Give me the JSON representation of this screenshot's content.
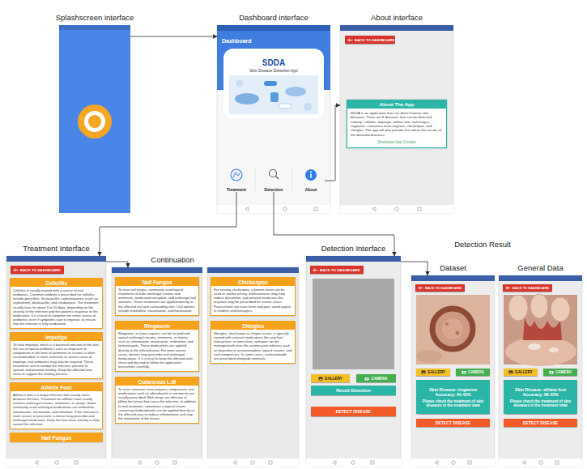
{
  "diagram": {
    "nodes": [
      {
        "text": [
          "Splashscreen interface"
        ]
      },
      {
        "text": [
          "Dashboard interface"
        ]
      },
      {
        "text": [
          "Dashboard",
          "SDDA",
          "Skin Disease Detection App"
        ],
        "in": 1
      },
      {
        "text": [
          "Treatment"
        ],
        "in": 1
      },
      {
        "text": [
          "Detection"
        ],
        "in": 1
      },
      {
        "text": [
          "About"
        ],
        "in": 1
      },
      {
        "text": [
          "About interface"
        ]
      },
      {
        "text": [
          "BACK TO DASHBOARD"
        ],
        "in": 6
      },
      {
        "text": [
          "About The App",
          "SDDA is an application that can detect human skin diseases. There are 8 diseases that can be detected, namely: cellulitis, impetigo, athlete foot, nail fungus, ringworm, cutaneous larva migrans, chickenpox, and shingles. The app will also provide first aid on the results of the detected diseases.",
          "Developer App Contact"
        ],
        "in": 6
      },
      {
        "text": [
          "Treatment Interface"
        ]
      },
      {
        "text": [
          "BACK TO DASHBOARD"
        ],
        "in": 9
      },
      {
        "text": [
          "Cellulitis",
          "Cellulitis is usually treated with a course of oral antibiotics. Common antibiotics prescribed for cellulitis include penicillins, flucloxacillin, cephalosporins (such as cephalexin), dicloxacillin, and clindamycin. The treatment usually lasts for about 5 to 10 days, depending on the severity of the infection and the patient's response to the medication. It is crucial to complete the entire course of antibiotics even if symptoms start to improve, to ensure that the infection is fully eradicated."
        ],
        "in": 9
      },
      {
        "text": [
          "Impetigo",
          "To treat impetigo, which is a bacterial infection of the skin, the use of topical antibiotics such as mupirocin or retapamulin in the form of ointments or creams is often recommended. In more extensive or severe cases of impetigo, oral antibiotics may also be required. These treatments aim to combat the infection, prevent its spread, and promote healing. Keep the affected area clean to support the healing process."
        ],
        "in": 9
      },
      {
        "text": [
          "Athlete Foot",
          "Athlete's foot is a fungal infection that usually starts between the toes. Treatment for athlete's foot usually involves antifungal creams, ointments, or sprays. Some commonly used antifungal medications are terbinafine, clotrimazole, miconazole, and tolnaftate. If the infection is more severe or persistent, a doctor may prescribe oral antifungal medication. Keep the feet clean and dry to help control the infection."
        ],
        "in": 9
      },
      {
        "text": [
          "Nail Fungus"
        ],
        "in": 9
      },
      {
        "text": [
          "Continuation"
        ]
      },
      {
        "text": [
          "Nail Fungus",
          "To treat nail fungus, commonly used topical treatments include antifungal creams and ointments, medicated nail polish, and antifungal nail solutions. These treatments are applied directly to the affected nail and surrounding skin. Oral options include terbinafine, itraconazole, and fluconazole."
        ],
        "in": 15
      },
      {
        "text": [
          "Ringworm",
          "Ringworm, or tinea corporis, can be treated with topical antifungal creams, ointments, or lotions such as clotrimazole, miconazole, terbinafine, and ketoconazole. These medications are applied directly to the affected area. For more severe cases, doctors may prescribe oral antifungal medications. It is crucial to keep the affected area clean and dry and to follow the application instructions carefully."
        ],
        "in": 15
      },
      {
        "text": [
          "Cutaneous L.M",
          "To treat cutaneous larva migrans, antiparasitic oral medications such as albendazole or ivermectin are usually prescribed. Both drugs are effective in killing the larvae that cause the infection. In addition to oral treatment, sometimes a topical cream containing thiabendazole can be applied directly to the affected area to reduce inflammation and stop the movement of the larvae."
        ],
        "in": 15
      },
      {
        "text": []
      },
      {
        "text": [
          "Chickenpox",
          "For treating chickenpox, calamine lotion can be used to soothe itching, antihistamines may help reduce discomfort, and antiviral medicines like acyclovir may be prescribed for severe cases. Paracetamol can ease fever and pain; avoid aspirin in children and teenagers."
        ],
        "in": 19
      },
      {
        "text": [
          "Shingles",
          "Shingles, also known as herpes zoster, is typically treated with antiviral medications like acyclovir, valacyclovir, or famciclovir, and pain can be managed with over-the-counter pain relievers such as ibuprofen or acetaminophen, topical creams, and cool compresses. In some cases, corticosteroids are prescribed alongside antivirals."
        ],
        "in": 19
      },
      {
        "text": [
          "Detection Interface"
        ]
      },
      {
        "text": [
          "BACK TO DASHBOARD"
        ],
        "in": 22
      },
      {
        "text": [
          "GALLERY"
        ],
        "in": 22
      },
      {
        "text": [
          "CAMERA"
        ],
        "in": 22
      },
      {
        "text": [
          "Result Detection"
        ],
        "in": 22
      },
      {
        "text": [
          "DETECT DISEASE"
        ],
        "in": 22
      },
      {
        "text": [
          "Dataset"
        ]
      },
      {
        "text": [
          "BACK TO DASHBOARD"
        ],
        "in": 28
      },
      {
        "text": [
          "GALLERY"
        ],
        "in": 28
      },
      {
        "text": [
          "CAMERA"
        ],
        "in": 28
      },
      {
        "text": [
          "Skin Disease: ringworm",
          "Accuracy: 94.43%",
          "Please check the treatment of skin diseases in the treatment view"
        ],
        "in": 28
      },
      {
        "text": [
          "DETECT DISEASE"
        ],
        "in": 28
      },
      {
        "text": [
          "General Data"
        ]
      },
      {
        "text": [
          "BACK TO DASHBOARD"
        ],
        "in": 34
      },
      {
        "text": [
          "GALLERY"
        ],
        "in": 34
      },
      {
        "text": [
          "CAMERA"
        ],
        "in": 34
      },
      {
        "text": [
          "Skin Disease: athlete foot",
          "Accuracy: 86.43%",
          "Please check the treatment of skin diseases in the treatment view"
        ],
        "in": 34
      },
      {
        "text": [
          "DETECT DISEASE"
        ],
        "in": 34
      }
    ],
    "edges": [
      {
        "from": 0,
        "to": 1,
        "arrow": "to"
      },
      {
        "from": 5,
        "to": 6,
        "arrow": "to"
      },
      {
        "from": 3,
        "to": 9,
        "arrow": "to"
      },
      {
        "from": 9,
        "to": 15,
        "arrow": "to"
      },
      {
        "from": 4,
        "to": 22,
        "arrow": "to"
      },
      {
        "from": 22,
        "to": 28,
        "arrow": "to"
      }
    ],
    "labels": [
      "Detection Result"
    ]
  }
}
